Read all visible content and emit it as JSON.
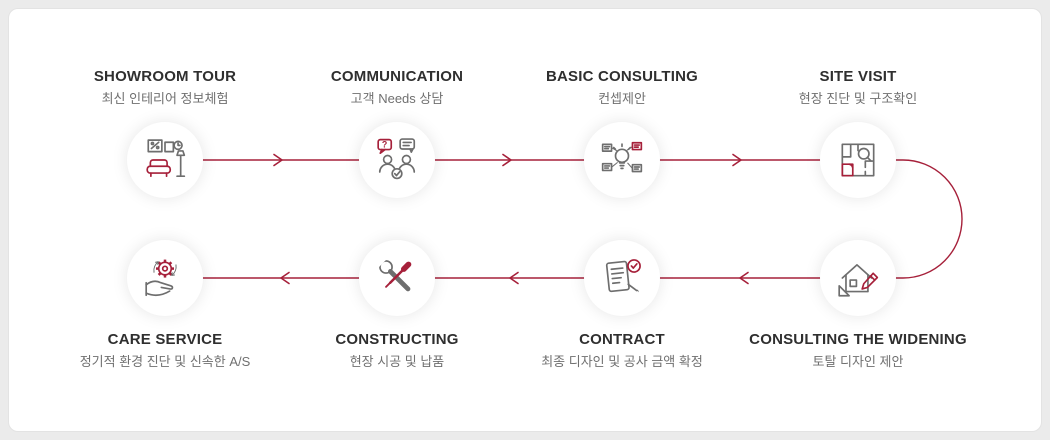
{
  "colors": {
    "background": "#ebebeb",
    "card": "#ffffff",
    "accent": "#a6203a",
    "icon_gray": "#6e6e6e",
    "title": "#2f2f2f",
    "subtitle": "#707070"
  },
  "icons": {
    "question_mark": "?"
  },
  "steps": [
    {
      "title": "SHOWROOM TOUR",
      "subtitle": "최신 인테리어 정보체험",
      "icon": "showroom-icon"
    },
    {
      "title": "COMMUNICATION",
      "subtitle": "고객 Needs 상담",
      "icon": "communication-icon"
    },
    {
      "title": "BASIC CONSULTING",
      "subtitle": "컨셉제안",
      "icon": "concept-idea-icon"
    },
    {
      "title": "SITE VISIT",
      "subtitle": "현장 진단 및 구조확인",
      "icon": "site-floorplan-icon"
    },
    {
      "title": "CONSULTING THE WIDENING",
      "subtitle": "토탈 디자인 제안",
      "icon": "house-design-icon"
    },
    {
      "title": "CONTRACT",
      "subtitle": "최종 디자인 및 공사 금액 확정",
      "icon": "contract-check-icon"
    },
    {
      "title": "CONSTRUCTING",
      "subtitle": "현장 시공 및 납품",
      "icon": "tools-icon"
    },
    {
      "title": "CARE SERVICE",
      "subtitle": "정기적 환경 진단 및 신속한 A/S",
      "icon": "care-service-icon"
    }
  ]
}
